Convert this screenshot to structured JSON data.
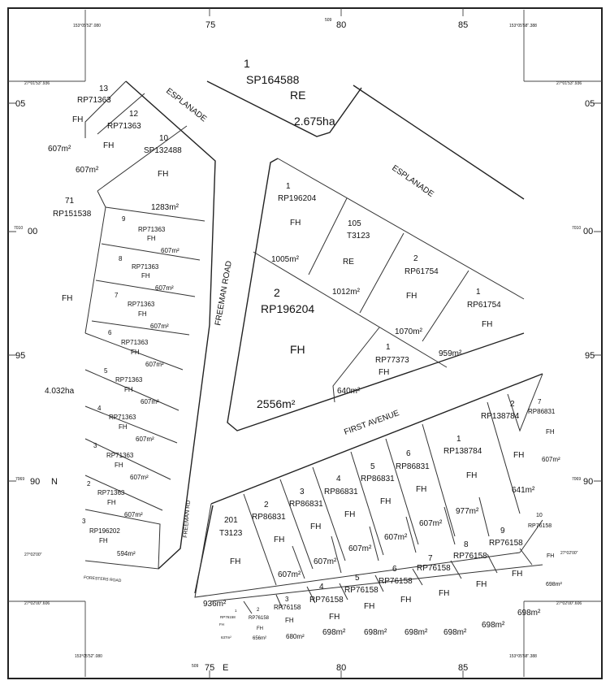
{
  "grid": {
    "top_ticks": [
      "75",
      "80",
      "85"
    ],
    "bottom_ticks": [
      "75",
      "80",
      "85"
    ],
    "bottom_e": "E",
    "top_small": "509",
    "bottom_small": "509",
    "left_ticks": [
      "05",
      "00",
      "95"
    ],
    "right_ticks": [
      "05",
      "00",
      "95",
      "90"
    ],
    "left_90": "90",
    "left_n": "N",
    "left_small_7010": "7010",
    "right_small_7010": "7010",
    "left_small_7069": "7069",
    "right_small_7069": "7069",
    "corner_tl": "153°05'52\".080",
    "corner_tr": "153°05'58\".388",
    "corner_bl": "153°05'52\".080",
    "corner_br": "153°05'58\".388",
    "lat_tl": "27°01'53\".936",
    "lat_tr": "27°01'53\".936",
    "lat_bl1": "27°02'00\"",
    "lat_bl2": "27°02'00\".606",
    "lat_br1": "27°02'00\"",
    "lat_br2": "27°02'00\".606"
  },
  "roads": {
    "esplanade_a": "ESPLANADE",
    "esplanade_b": "ESPLANADE",
    "freeman_road": "FREEMAN ROAD",
    "freeman_rd": "FREEMAN RD",
    "first_avenue": "FIRST AVENUE",
    "forest_road": "FORESTERS ROAD"
  },
  "parcels": {
    "p1_sp": {
      "lot": "1",
      "plan": "SP164588",
      "tenure": "RE",
      "area": "2.675ha"
    },
    "p13": {
      "lot": "13",
      "plan": "RP71363",
      "tenure": "FH",
      "area": "607m²"
    },
    "p12": {
      "lot": "12",
      "plan": "RP71363",
      "tenure": "FH",
      "area": "607m²"
    },
    "p10": {
      "lot": "10",
      "plan": "SP132488",
      "tenure": "FH",
      "area": "1283m²"
    },
    "p71": {
      "lot": "71",
      "plan": "RP151538",
      "tenure": "FH",
      "area": "4.032ha"
    },
    "west_lots": [
      {
        "lot": "9",
        "plan": "RP71363",
        "tenure": "FH",
        "area": "607m²"
      },
      {
        "lot": "8",
        "plan": "RP71363",
        "tenure": "FH",
        "area": "607m²"
      },
      {
        "lot": "7",
        "plan": "RP71363",
        "tenure": "FH",
        "area": "607m²"
      },
      {
        "lot": "6",
        "plan": "RP71363",
        "tenure": "FH",
        "area": "607m²"
      },
      {
        "lot": "5",
        "plan": "RP71363",
        "tenure": "FH",
        "area": "607m²"
      },
      {
        "lot": "4",
        "plan": "RP71363",
        "tenure": "FH",
        "area": "607m²"
      },
      {
        "lot": "3",
        "plan": "RP71363",
        "tenure": "FH",
        "area": "607m²"
      },
      {
        "lot": "2",
        "plan": "RP71363",
        "tenure": "FH",
        "area": "607m²"
      },
      {
        "lot": "3",
        "plan": "RP196202",
        "tenure": "FH",
        "area": "594m²"
      }
    ],
    "tri_1": {
      "lot": "1",
      "plan": "RP196204",
      "tenure": "FH",
      "area": "1005m²"
    },
    "tri_105": {
      "lot": "105",
      "plan": "T3123",
      "tenure": "RE",
      "area": "1012m²"
    },
    "tri_2b": {
      "lot": "2",
      "plan": "RP61754",
      "tenure": "FH",
      "area": "1070m²"
    },
    "tri_1b": {
      "lot": "1",
      "plan": "RP61754",
      "tenure": "FH",
      "area": "959m²"
    },
    "tri_2": {
      "lot": "2",
      "plan": "RP196204",
      "tenure": "FH",
      "area": "2556m²"
    },
    "tri_77373": {
      "lot": "1",
      "plan": "RP77373",
      "tenure": "FH",
      "area": "640m²"
    },
    "se_201": {
      "lot": "201",
      "plan": "T3123",
      "tenure": "FH",
      "area": "936m²"
    },
    "se_2": {
      "lot": "2",
      "plan": "RP86831",
      "tenure": "FH",
      "area": "607m²"
    },
    "se_3": {
      "lot": "3",
      "plan": "RP86831",
      "tenure": "FH",
      "area": "607m²"
    },
    "se_4": {
      "lot": "4",
      "plan": "RP86831",
      "tenure": "FH",
      "area": "607m²"
    },
    "se_5": {
      "lot": "5",
      "plan": "RP86831",
      "tenure": "FH",
      "area": "607m²"
    },
    "se_6": {
      "lot": "6",
      "plan": "RP86831",
      "tenure": "FH",
      "area": "607m²"
    },
    "se_1": {
      "lot": "1",
      "plan": "RP138784",
      "tenure": "FH",
      "area": "977m²"
    },
    "se_2b": {
      "lot": "2",
      "plan": "RP138784",
      "tenure": "FH",
      "area": "641m²"
    },
    "se_7b": {
      "lot": "7",
      "plan": "RP86831",
      "tenure": "FH",
      "area": "607m²"
    },
    "row_lots": [
      {
        "lot": "1",
        "plan": "RP76158",
        "tenure": "FH",
        "area": "637m²"
      },
      {
        "lot": "2",
        "plan": "RP76158",
        "tenure": "FH",
        "area": "656m²"
      },
      {
        "lot": "3",
        "plan": "RP76158",
        "tenure": "FH",
        "area": "680m²"
      },
      {
        "lot": "4",
        "plan": "RP76158",
        "tenure": "FH",
        "area": "698m²"
      },
      {
        "lot": "5",
        "plan": "RP76158",
        "tenure": "FH",
        "area": "698m²"
      },
      {
        "lot": "6",
        "plan": "RP76158",
        "tenure": "FH",
        "area": "698m²"
      },
      {
        "lot": "7",
        "plan": "RP76158",
        "tenure": "FH",
        "area": "698m²"
      },
      {
        "lot": "8",
        "plan": "RP76158",
        "tenure": "FH",
        "area": "698m²"
      },
      {
        "lot": "9",
        "plan": "RP76158",
        "tenure": "FH",
        "area": "698m²"
      },
      {
        "lot": "10",
        "plan": "RP76158",
        "tenure": "FH",
        "area": "698m²"
      }
    ]
  }
}
